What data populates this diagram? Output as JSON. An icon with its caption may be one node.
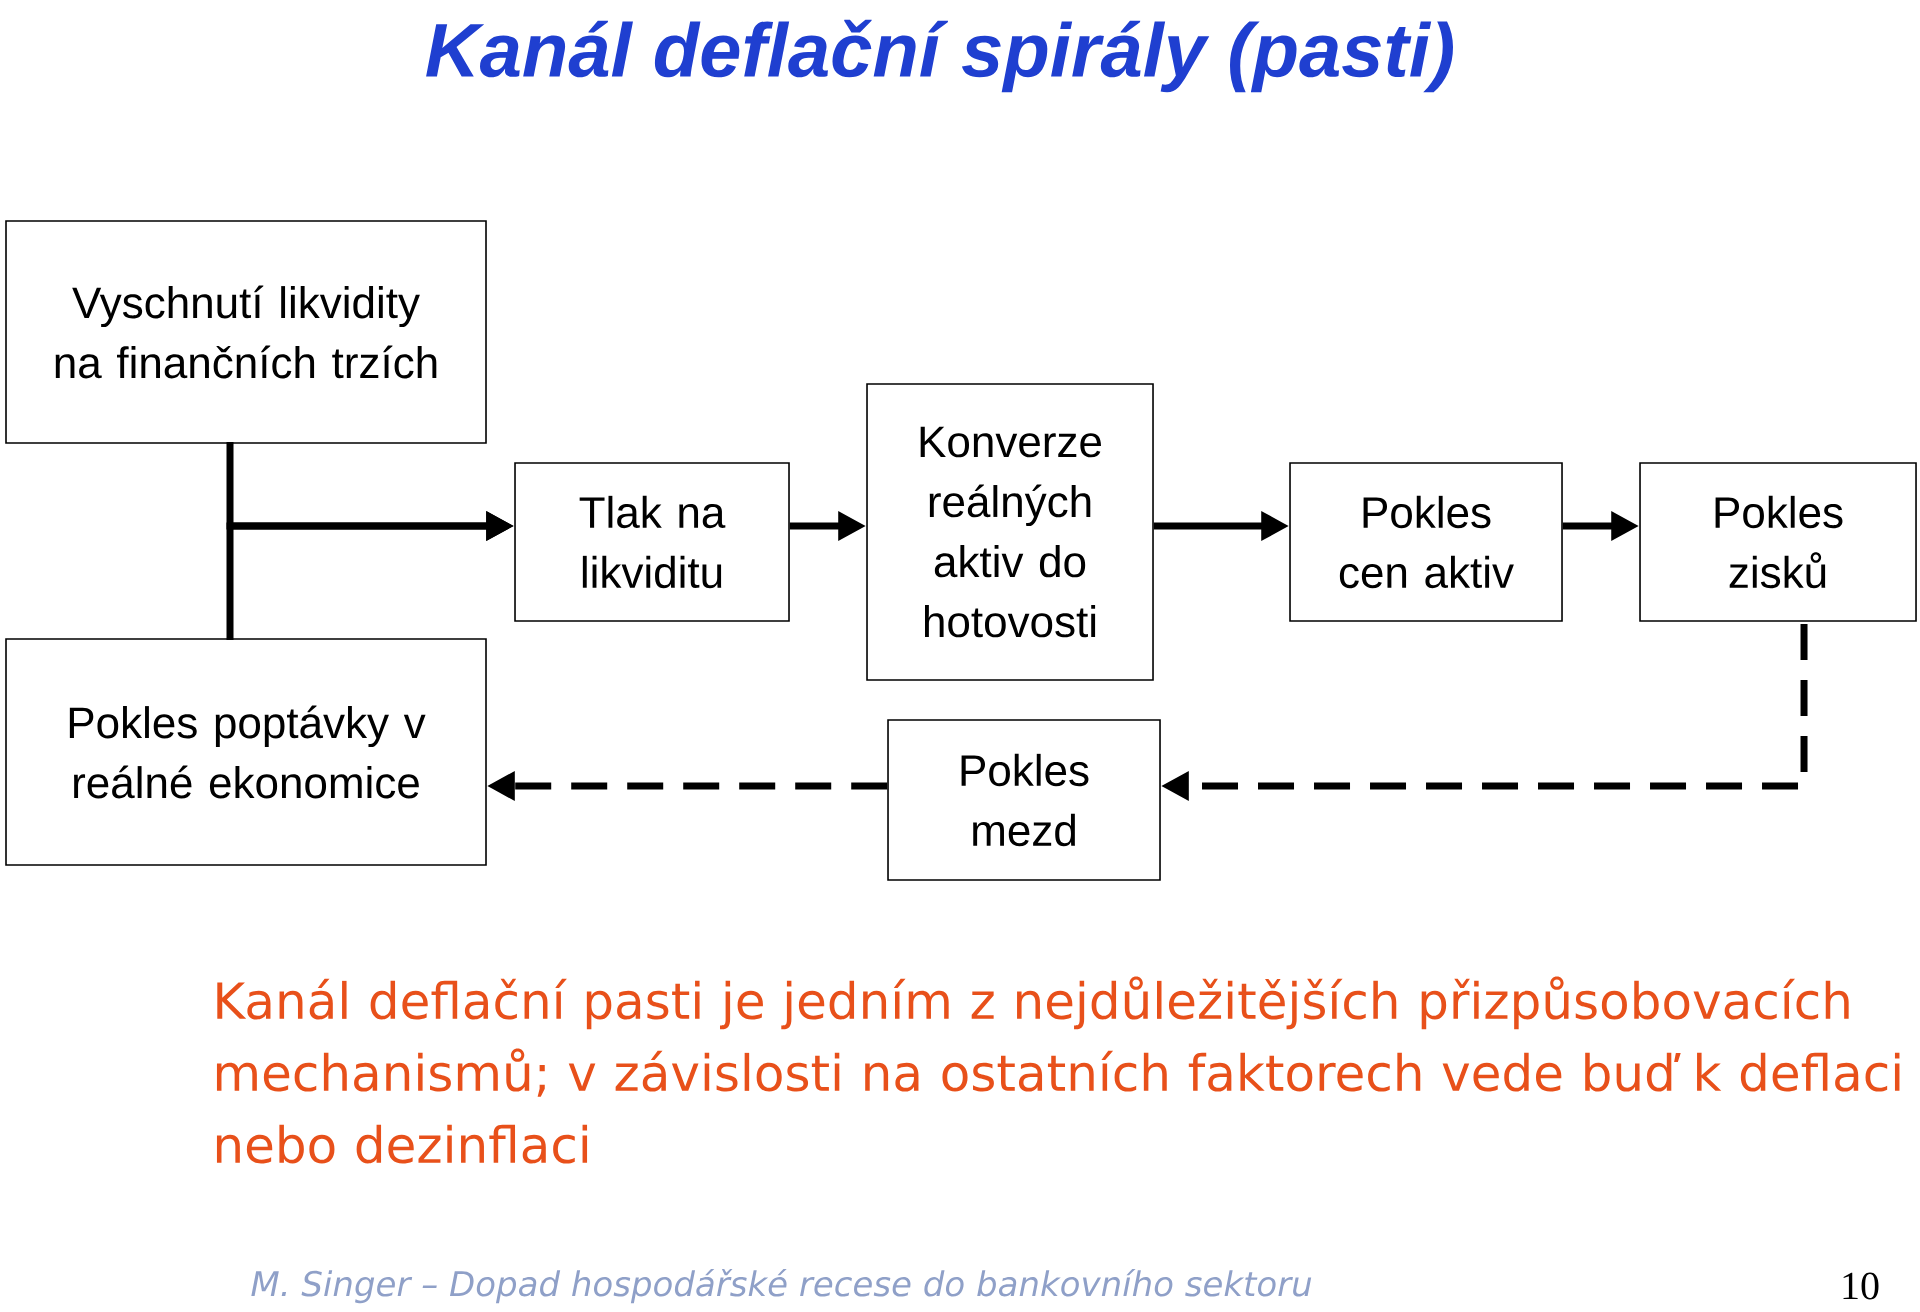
{
  "diagram": {
    "title": "Kanál deflační spirály (pasti)",
    "nodes": [
      {
        "text": [
          "Vyschnutí likvidity na finančních trzích"
        ]
      },
      {
        "text": [
          "Pokles poptávky v reálné ekonomice"
        ]
      },
      {
        "text": [
          "Tlak na likviditu"
        ]
      },
      {
        "text": [
          "Konverze reálných aktiv do hotovosti"
        ]
      },
      {
        "text": [
          "Pokles mezd"
        ]
      },
      {
        "text": [
          "Pokles cen aktiv"
        ]
      },
      {
        "text": [
          "Pokles zisků"
        ]
      }
    ],
    "edges": [
      {
        "from": 0,
        "to": 2,
        "arrow": "to"
      },
      {
        "from": 1,
        "to": 2,
        "arrow": "to"
      },
      {
        "from": 2,
        "to": 3,
        "arrow": "to"
      },
      {
        "from": 3,
        "to": 5,
        "arrow": "to"
      },
      {
        "from": 5,
        "to": 6,
        "arrow": "to"
      },
      {
        "from": 6,
        "to": 4,
        "arrow": "to",
        "style": "dashed"
      },
      {
        "from": 4,
        "to": 1,
        "arrow": "to",
        "style": "dashed"
      }
    ],
    "labels": [
      "Kanál deflační pasti je jedním z nejdůležitějších přizpůsobovacích mechanismů; v závislosti na ostatních faktorech vede buď k deflaci nebo dezinflaci",
      "M. Singer – Dopad hospodářské recese do bankovního sektoru",
      "10"
    ]
  }
}
